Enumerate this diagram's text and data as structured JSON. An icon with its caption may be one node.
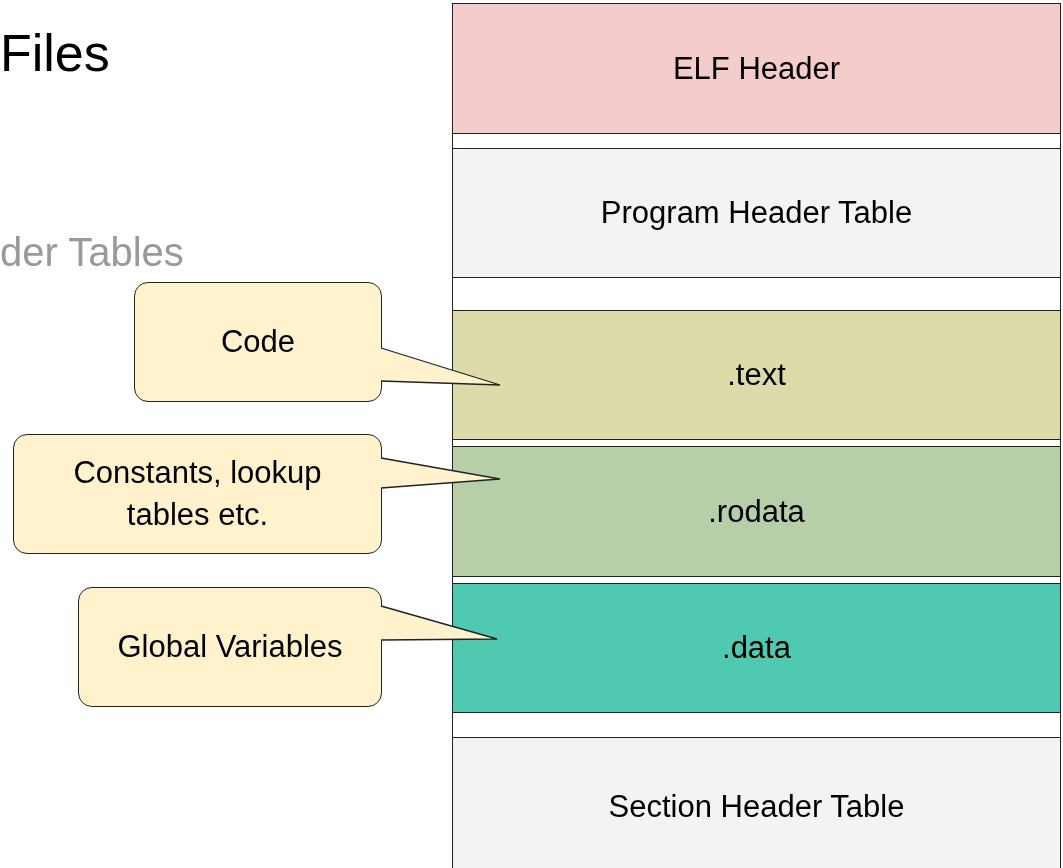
{
  "diagram": {
    "nodes": [
      {
        "text": [],
        "shape": "box"
      },
      {
        "text": [
          "ELF Header"
        ],
        "in": 0
      },
      {
        "text": [
          "Program Header Table"
        ],
        "in": 0
      },
      {
        "text": [
          ".text"
        ],
        "in": 0
      },
      {
        "text": [
          ".rodata"
        ],
        "in": 0
      },
      {
        "text": [
          ".data"
        ],
        "in": 0
      },
      {
        "text": [
          "Section Header Table"
        ],
        "in": 0
      },
      {
        "text": [
          "Code"
        ]
      },
      {
        "text": [
          "Constants, lookup tables etc."
        ]
      },
      {
        "text": [
          "Global Variables"
        ]
      }
    ],
    "edges": [
      {
        "from": 7,
        "to": 3,
        "arrow": "none"
      },
      {
        "from": 8,
        "to": 4,
        "arrow": "none"
      },
      {
        "from": 9,
        "to": 5,
        "arrow": "none"
      }
    ],
    "labels": [
      "Files",
      "der Tables"
    ]
  }
}
